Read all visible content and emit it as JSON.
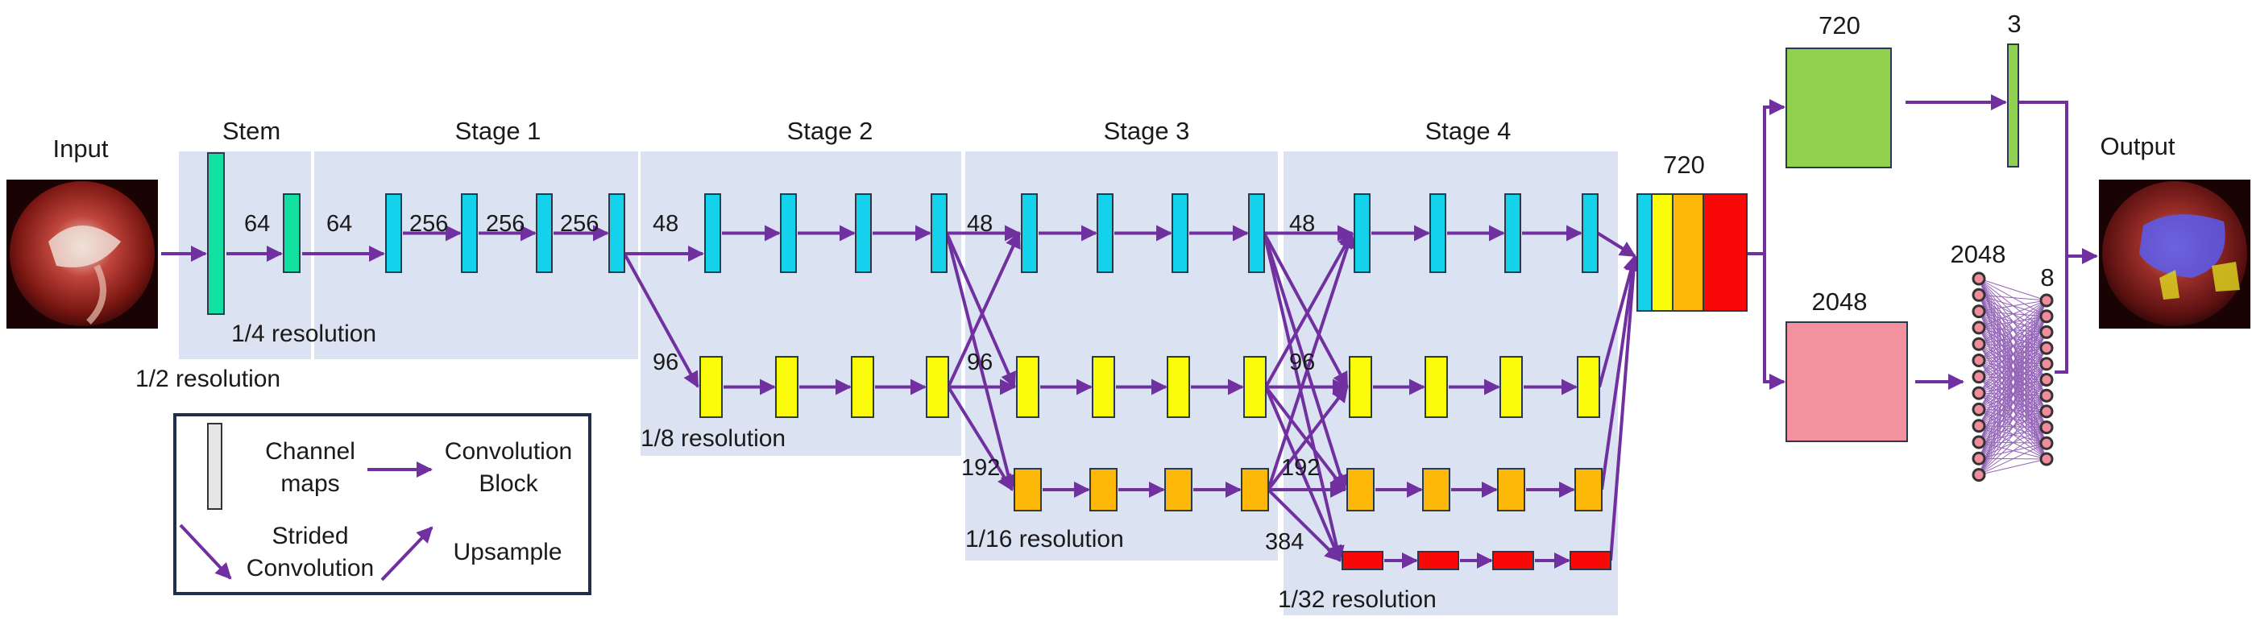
{
  "input_label": "Input",
  "output_label": "Output",
  "stages": {
    "stem": "Stem",
    "stage1": "Stage 1",
    "stage2": "Stage 2",
    "stage3": "Stage 3",
    "stage4": "Stage 4"
  },
  "channels": {
    "stem_out": "64",
    "s1_in": "64",
    "s1_c1": "256",
    "s1_c2": "256",
    "s1_c3": "256",
    "s2_b1": "48",
    "s2_b2": "96",
    "s3_b1": "48",
    "s3_b2": "96",
    "s3_b3": "192",
    "s4_b1": "48",
    "s4_b2": "96",
    "s4_b3": "192",
    "s4_b4": "384",
    "concat": "720",
    "head_top": "720",
    "head_top_out": "3",
    "head_bottom": "2048",
    "mlp_in": "2048",
    "mlp_out": "8"
  },
  "resolutions": {
    "half": "1/2 resolution",
    "quarter": "1/4 resolution",
    "eighth": "1/8 resolution",
    "sixteenth": "1/16 resolution",
    "thirtysecond": "1/32 resolution"
  },
  "legend": {
    "channel_maps_1": "Channel",
    "channel_maps_2": "maps",
    "conv_block_1": "Convolution",
    "conv_block_2": "Block",
    "strided_1": "Strided",
    "strided_2": "Convolution",
    "upsample": "Upsample"
  },
  "colors": {
    "stage_bg": "#dbe3f2",
    "arrow": "#7030a0",
    "cyan": "#14d2ec",
    "yellow": "#fbfb0c",
    "orange": "#fdb80a",
    "red": "#f90808",
    "stem_green": "#12e0a0",
    "head_green": "#92d050",
    "head_pink": "#f4919f",
    "node_fill": "#f08c9c"
  }
}
